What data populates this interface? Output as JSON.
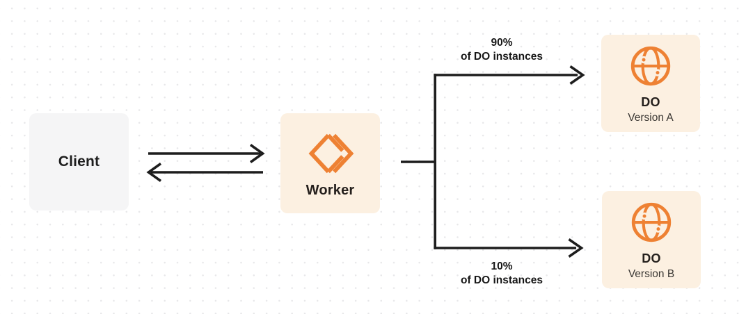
{
  "diagram": {
    "description": "Client to Worker routing traffic to two Durable Object versions",
    "colors": {
      "accent_orange": "#ee8133",
      "node_cream": "#fcf0e1",
      "node_gray": "#f5f5f6",
      "wire_dark": "#1d1d1d",
      "dot_grid": "#e7e7e9"
    },
    "nodes": {
      "client": {
        "label": "Client"
      },
      "worker": {
        "label": "Worker",
        "icon": "workers-logo-icon"
      },
      "do_version_a": {
        "title": "DO",
        "subtitle": "Version A",
        "icon": "globe-icon"
      },
      "do_version_b": {
        "title": "DO",
        "subtitle": "Version B",
        "icon": "globe-icon"
      }
    },
    "edges": {
      "client_worker": {
        "type": "bidirectional-arrows"
      },
      "worker_do_a": {
        "percent": "90%",
        "caption": "of DO instances"
      },
      "worker_do_b": {
        "percent": "10%",
        "caption": "of DO instances"
      }
    }
  }
}
